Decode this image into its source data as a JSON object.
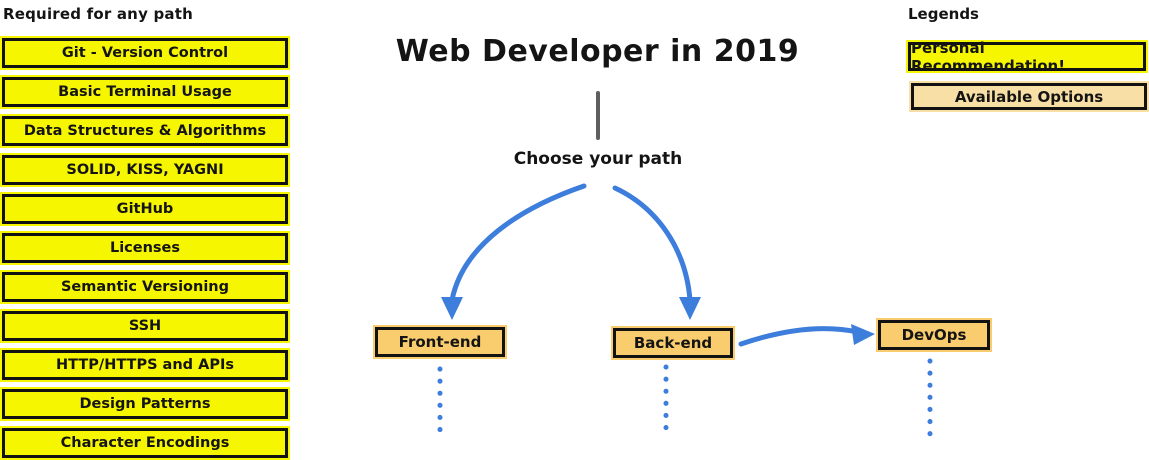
{
  "title": "Web Developer in 2019",
  "choose_path_label": "Choose your path",
  "required": {
    "heading": "Required for any path",
    "items": [
      "Git - Version Control",
      "Basic Terminal Usage",
      "Data Structures & Algorithms",
      "SOLID, KISS, YAGNI",
      "GitHub",
      "Licenses",
      "Semantic Versioning",
      "SSH",
      "HTTP/HTTPS and APIs",
      "Design Patterns",
      "Character Encodings"
    ]
  },
  "paths": [
    {
      "label": "Front-end"
    },
    {
      "label": "Back-end"
    },
    {
      "label": "DevOps"
    }
  ],
  "legend": {
    "heading": "Legends",
    "personal_recommendation": "Personal Recommendation!",
    "available_options": "Available Options"
  },
  "colors": {
    "recommendation_yellow": "#F6F600",
    "option_gold": "#F9CD6E",
    "option_cream": "#F8DFA5",
    "arrow_blue": "#3D7DDB",
    "line_gray": "#5F5F5F",
    "border_black": "#121212"
  }
}
